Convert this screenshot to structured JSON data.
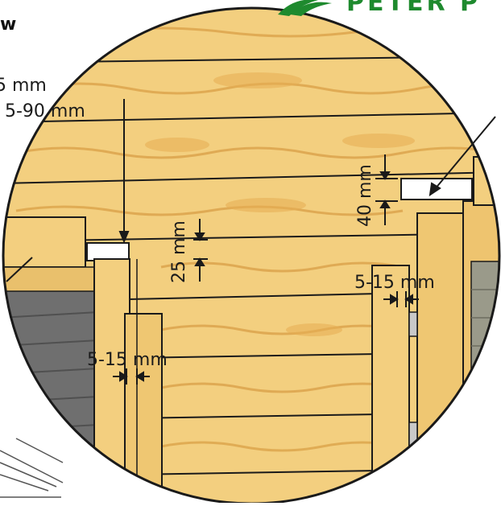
{
  "header": {
    "title_fragment": "w",
    "brand_fragment": "PETER P"
  },
  "labels": {
    "top_left_1": "5 mm",
    "top_left_2": "5-90 mm",
    "gap_25": "25 mm",
    "gap_40": "40 mm",
    "gap_5_15_left": "5-15 mm",
    "gap_5_15_right": "5-15 mm"
  },
  "colors": {
    "wood": "#f3cf7f",
    "wood_grain": "#d99e3c",
    "wood_dark": "#e2b25d",
    "outline": "#1a1a1a",
    "wall_grey": "#6f6f6f",
    "brand_green": "#1e8a2e"
  }
}
